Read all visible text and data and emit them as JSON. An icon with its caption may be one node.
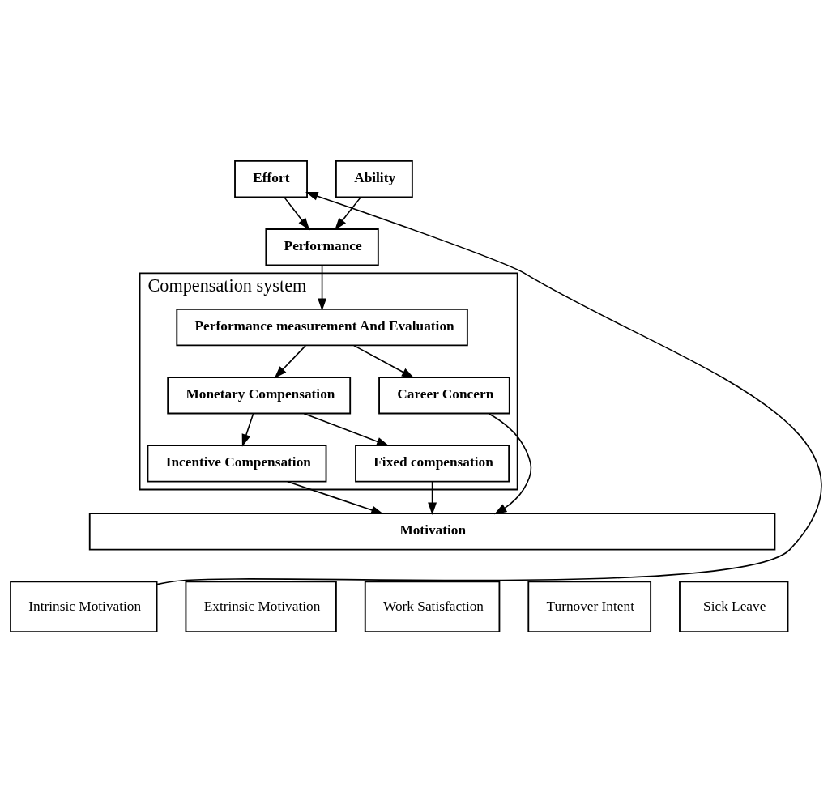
{
  "diagram": {
    "nodes": [
      {
        "text": [
          "Effort"
        ]
      },
      {
        "text": [
          "Ability"
        ]
      },
      {
        "text": [
          "Performance"
        ]
      },
      {
        "text": [
          "Compensation system"
        ]
      },
      {
        "text": [
          "Performance measurement And Evaluation"
        ],
        "in": 3
      },
      {
        "text": [
          "Monetary Compensation"
        ],
        "in": 3
      },
      {
        "text": [
          "Career Concern"
        ],
        "in": 3
      },
      {
        "text": [
          "Incentive Compensation"
        ],
        "in": 3
      },
      {
        "text": [
          "Fixed compensation"
        ],
        "in": 3
      },
      {
        "text": [
          "Motivation"
        ]
      },
      {
        "text": [
          "Intrinsic Motivation"
        ]
      },
      {
        "text": [
          "Extrinsic Motivation"
        ]
      },
      {
        "text": [
          "Work Satisfaction"
        ]
      },
      {
        "text": [
          "Turnover Intent"
        ]
      },
      {
        "text": [
          "Sick Leave"
        ]
      }
    ],
    "edges": [
      {
        "from": 0,
        "to": 2,
        "arrow": "to"
      },
      {
        "from": 1,
        "to": 2,
        "arrow": "to"
      },
      {
        "from": 2,
        "to": 4,
        "arrow": "to"
      },
      {
        "from": 4,
        "to": 5,
        "arrow": "to"
      },
      {
        "from": 4,
        "to": 6,
        "arrow": "to"
      },
      {
        "from": 5,
        "to": 7,
        "arrow": "to"
      },
      {
        "from": 5,
        "to": 8,
        "arrow": "to"
      },
      {
        "from": 7,
        "to": 9,
        "arrow": "to"
      },
      {
        "from": 8,
        "to": 9,
        "arrow": "to"
      },
      {
        "from": 6,
        "to": 9,
        "arrow": "to"
      },
      {
        "from": 10,
        "to": 0,
        "arrow": "to"
      }
    ]
  }
}
